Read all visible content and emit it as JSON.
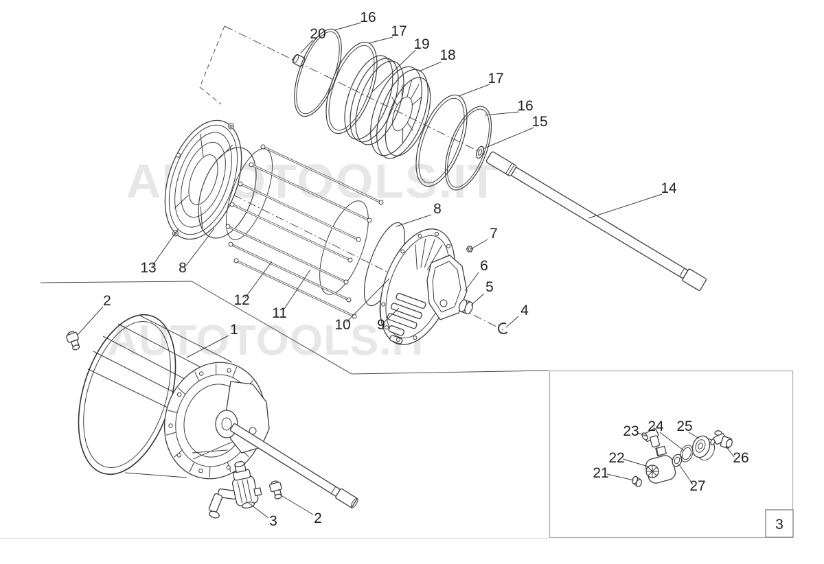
{
  "figure": {
    "page_number": "3",
    "watermarks": {
      "top": "AUTOTOOLS.IT",
      "middle": "AUTOTOOLS.IT"
    },
    "colors": {
      "line": "#3c3c3c",
      "label": "#1f1f1f",
      "watermark": "#e7e7e7",
      "inset_border": "#ababab"
    },
    "callouts": {
      "c16_top": "16",
      "c20": "20",
      "c17_top": "17",
      "c19": "19",
      "c18": "18",
      "c17_right": "17",
      "c16_right": "16",
      "c15": "15",
      "c14": "14",
      "c8_right": "8",
      "c7": "7",
      "c6": "6",
      "c5": "5",
      "c4": "4",
      "c13": "13",
      "c8_left": "8",
      "c12": "12",
      "c11": "11",
      "c10": "10",
      "c9": "9",
      "c2_left": "2",
      "c1": "1",
      "c3": "3",
      "c2_bottom": "2",
      "c21": "21",
      "c22": "22",
      "c23": "23",
      "c24": "24",
      "c25": "25",
      "c26": "26",
      "c27": "27"
    }
  }
}
